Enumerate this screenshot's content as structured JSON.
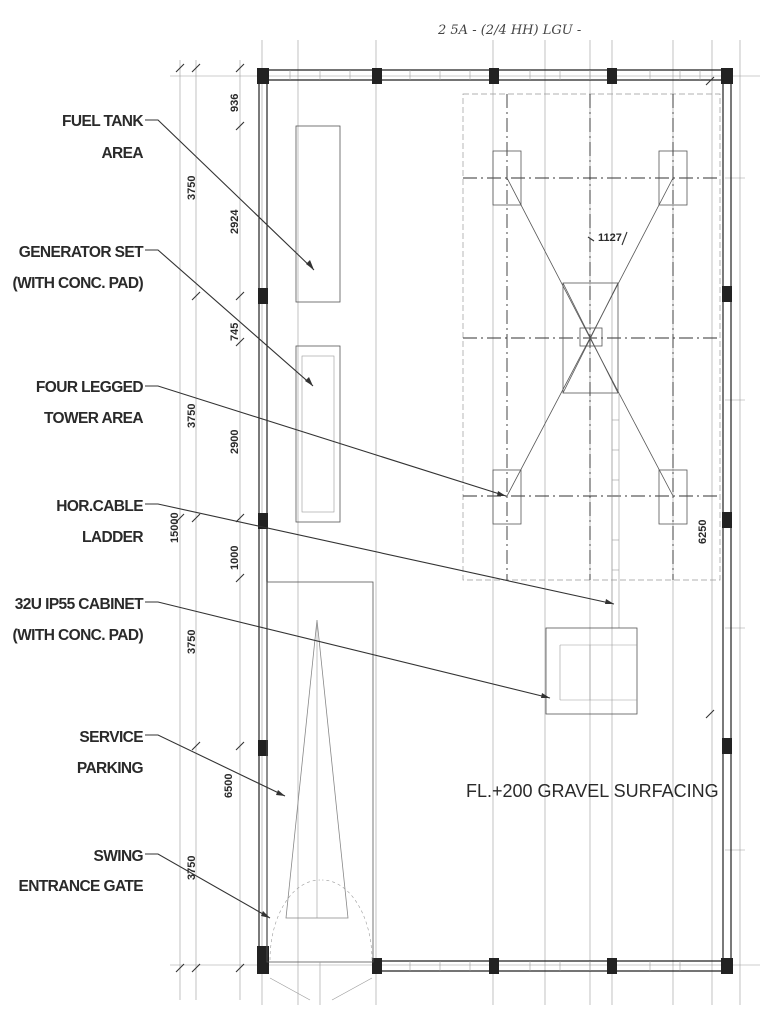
{
  "handwritten_note": "2   5A -  (2/4 HH) LGU -",
  "labels": {
    "fuel_tank": [
      "FUEL TANK",
      "AREA"
    ],
    "generator": [
      "GENERATOR SET",
      "(WITH CONC. PAD)"
    ],
    "tower": [
      "FOUR LEGGED",
      "TOWER  AREA"
    ],
    "cable": [
      "HOR.CABLE",
      "LADDER"
    ],
    "cabinet": [
      "32U IP55 CABINET",
      "(WITH CONC. PAD)"
    ],
    "parking": [
      "SERVICE",
      "PARKING"
    ],
    "gate": [
      "SWING",
      "ENTRANCE GATE"
    ]
  },
  "surface_note": "FL.+200 GRAVEL SURFACING",
  "dimensions": {
    "outer_total": "15000",
    "outer_1": "3750",
    "outer_2": "3750",
    "outer_3": "3750",
    "outer_4": "3750",
    "inner_1": "936",
    "inner_2": "2924",
    "inner_3": "745",
    "inner_4": "2900",
    "inner_5": "1000",
    "inner_6": "6500",
    "tower_width": "1127",
    "right_side": "6250"
  }
}
